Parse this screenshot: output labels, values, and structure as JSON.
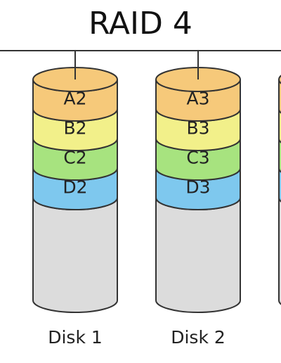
{
  "title": "RAID 4",
  "colors": {
    "a": "#f6c97a",
    "b": "#f2f08a",
    "c": "#a7e37f",
    "d": "#7ec8ee",
    "empty": "#dcdcdc",
    "stroke": "#333333"
  },
  "disks": [
    {
      "label": "Disk 1",
      "blocks": [
        {
          "label": "A2",
          "color": "a"
        },
        {
          "label": "B2",
          "color": "b"
        },
        {
          "label": "C2",
          "color": "c"
        },
        {
          "label": "D2",
          "color": "d"
        }
      ]
    },
    {
      "label": "Disk 2",
      "blocks": [
        {
          "label": "A3",
          "color": "a"
        },
        {
          "label": "B3",
          "color": "b"
        },
        {
          "label": "C3",
          "color": "c"
        },
        {
          "label": "D3",
          "color": "d"
        }
      ]
    },
    {
      "label": "",
      "blocks": [
        {
          "label": "",
          "color": "a"
        },
        {
          "label": "",
          "color": "b"
        },
        {
          "label": "",
          "color": "c"
        },
        {
          "label": "",
          "color": "d"
        }
      ]
    }
  ]
}
